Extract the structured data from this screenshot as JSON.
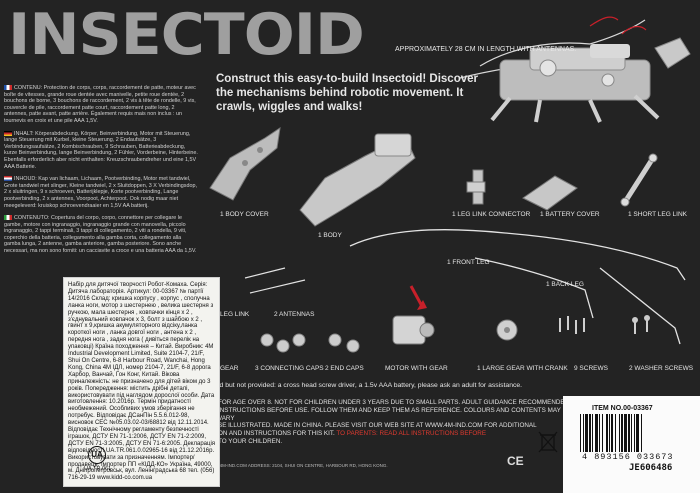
{
  "brand": {
    "title": "INSECTOID"
  },
  "headline": {
    "approx": "APPROXIMATELY 28 CM IN LENGTH WITH ANTENNAS.",
    "construct": "Construct this easy-to-build Insectoid! Discover the mechanisms behind robotic movement. It crawls, wiggles and walks!"
  },
  "contents": [
    {
      "flag": "#1e4fa8",
      "text": "CONTENU: Protection de corps, corps, raccordement de patte, moteur avec boîte de vitesses, grande roue dentée avec manivelle, petite roue dentée, 2 bouchons de borne, 3 bouchons de raccordement, 2 vis à tête de rondelle, 9 vis, couvercle de pile, raccordement patte court, raccordement patte long, 2 antennes, patte avant, patte arrière. Également requis mais non inclus : un tournevis en croix et une pile AAA 1,5V."
    },
    {
      "flag": "#000000",
      "text": "INHALT: Körperabdeckung, Körper, Beinverbindung, Motor mit Steuerung, lange Steuerung mit Kurbel, kleine Steuerung, 2 Endaufsätze, 3 Verbindungsaufsätze, 2 Kombischrauben, 9 Schrauben, Batterieabdeckung, kurze Beinverbindung, lange Beinverbindung, 2 Fühler, Vorderbeine, Hinterbeine. Ebenfalls erforderlich aber nicht enthalten: Kreuzschraubendreher und eine 1,5V AAA Batterie."
    },
    {
      "flag": "#d03030",
      "text": "INHOUD: Kap van lichaam, Lichaam, Pootverbinding, Motor met tandwiel, Grote tandwiel met slinger, Kleine tandwiel, 2 x Sluitdoppen, 3 X Verbindingsdop, 2 x sluitringen, 9 x schroeven, Batterijklepje, Korte pootverbinding, Lange pootverbinding, 2 x antennes, Voorpoot, Achterpoot. Ook nodig maar niet meegeleverd: kruiskop schroevendraaier en 1,5V AA batterij."
    },
    {
      "flag": "#2a9a3a",
      "text": "CONTENUTO: Copertura del corpo, corpo, connettore per collegare le gambe, motore con ingranaggio, ingranaggio grande con manovella, piccolo ingranaggio, 2 tappi terminali, 3 tappi di collegamento, 2 viti a rondella, 9 viti, coperchio della batteria, collegamento alla gamba corta, collegamento alla gamba lunga, 2 antenne, gamba anteriore, gamba posteriore. Sono anche necessari, ma non sono forniti: un cacciavite a croce e una batteria AAA da 1,5V."
    }
  ],
  "parts": [
    {
      "label": "1 BODY COVER"
    },
    {
      "label": "1 BODY"
    },
    {
      "label": "1 LEG LINK CONNECTOR"
    },
    {
      "label": "1 BATTERY COVER"
    },
    {
      "label": "1 SHORT LEG LINK"
    },
    {
      "label": "1 FRONT LEG"
    },
    {
      "label": "1 BACK LEG"
    },
    {
      "label": "LEG LINK"
    },
    {
      "label": "2 ANTENNAS"
    },
    {
      "label": "GEAR"
    },
    {
      "label": "3 CONNECTING CAPS"
    },
    {
      "label": "2 END CAPS"
    },
    {
      "label": "MOTOR WITH GEAR"
    },
    {
      "label": "1 LARGE GEAR WITH CRANK"
    },
    {
      "label": "9 SCREWS"
    },
    {
      "label": "2 WASHER SCREWS"
    }
  ],
  "assist": "ded but not provided: a cross head screw driver, a 1.5v AAA battery, please ask an adult for assistance.",
  "sticker": {
    "text": "Набір для дитячої творчості Робот-Комаха. Серія: Дитяча лабораторія. Артикул: 00-03367 № партії 14/2016 Склад: кришка корпусу , корпус , сполучна ланка ноги, мотор з шестернею , велика шестерня з ручкою, мала шестерня , ковпачки кінця х 2 , з'єднувальний ковпачок х 3, болт з шайбою х 2 , гвинт х 9,кришка акумуляторного відсіку,ланка короткої ноги , ланка довгої ноги , антена х 2 , передня нога , задня нога ( дивіться перелік на упаковці) Країна походження – Китай. Виробник: 4M Industrial Development Limited, Suite 2104-7, 21/F, Shui On Centre, 6-8 Harbour Road, Wanchai, Hong Kong, China 4M ІДЛ, номер 2104-7, 21/F, 6-8 дорога Харбор, Ванчай, Гон Конг, Китай. Вікова приналежність: не призначено для дітей віком до 3 років. Попередження: містить дрібні деталі, використовувати під наглядом дорослої особи. Дата виготовлення: 10.2016р. Термін придатності необмежений. Особливих умов зберігання не потребує. Відповідає ДСанПін 5.5.6.012-98, висновок СЕС №05.03.02-03/68812 від 12.11.2014. Відповідає Технічному регламенту безпечності іграшок, ДСТУ EN 71-1:2006, ДСТУ EN 71-2:2009, ДСТУ EN 71-3:2005, ДСТУ EN 71-6:2005. Декларація відповідності UA.TR.061.0.02965-16 від 21.12.2016р. Використовувати за призначенням. Імпортер/продавець. Імпортер ПП «КІДД-КО» Україна, 49000, м. Дніпропетровськ, вул. Ленінградська 68 тел. (056) 716-29-19 www.kidd-co.com.ua",
    "cert_mark": "UA",
    "cert_label": "UA.TR.061"
  },
  "warning": {
    "line1": "FOR AGE OVER 8. NOT FOR CHILDREN UNDER 3 YEARS DUE TO SMALL PARTS. ADULT GUIDANCE RECOMMENDED.",
    "line2": "INSTRUCTIONS BEFORE USE. FOLLOW THEM AND KEEP THEM AS REFERENCE. COLOURS AND CONTENTS MAY VARY",
    "line3": "SE ILLUSTRATED. MADE IN CHINA. PLEASE VISIT OUR WEB SITE AT WWW.4M-IND.COM FOR ADDITIONAL",
    "line4": "ON AND INSTRUCTIONS FOR THIS KIT.",
    "red": "TO PARENTS: READ ALL INSTRUCTIONS BEFORE",
    "line5": "TO YOUR CHILDREN."
  },
  "address": "©2016 4M-IND.COM   ADDRESS: 2104, SHUI ON CENTRE, HARBOUR RD, HONG KONG.",
  "item_no": "ITEM NO.00-03367",
  "barcode_digits": "4 893156 033673",
  "batch_code": "JE606486",
  "ce_mark": "CE",
  "colors": {
    "background": "#232323",
    "title": "#9f9f9f",
    "arrow": "#c8202a",
    "warning_red": "#e03a2f",
    "sticker": "#f3f3ef"
  }
}
